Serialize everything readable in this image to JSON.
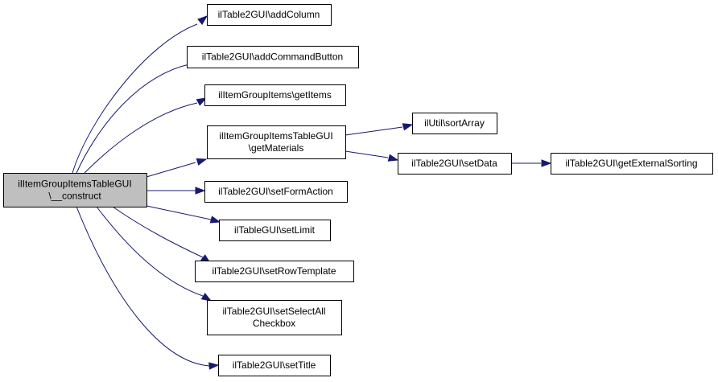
{
  "colors": {
    "root_fill": "#bfbfbf",
    "node_fill": "#ffffff",
    "edge": "#191970"
  },
  "nodes": {
    "root": [
      "ilItemGroupItemsTableGUI",
      "\\__construct"
    ],
    "add_column": [
      "ilTable2GUI\\addColumn"
    ],
    "add_command_button": [
      "ilTable2GUI\\addCommandButton"
    ],
    "get_items": [
      "ilItemGroupItems\\getItems"
    ],
    "get_materials": [
      "ilItemGroupItemsTableGUI",
      "\\getMaterials"
    ],
    "set_form_action": [
      "ilTable2GUI\\setFormAction"
    ],
    "set_limit": [
      "ilTableGUI\\setLimit"
    ],
    "set_row_template": [
      "ilTable2GUI\\setRowTemplate"
    ],
    "set_select_all": [
      "ilTable2GUI\\setSelectAll",
      "Checkbox"
    ],
    "set_title": [
      "ilTable2GUI\\setTitle"
    ],
    "sort_array": [
      "ilUtil\\sortArray"
    ],
    "set_data": [
      "ilTable2GUI\\setData"
    ],
    "get_external_sorting": [
      "ilTable2GUI\\getExternalSorting"
    ]
  }
}
